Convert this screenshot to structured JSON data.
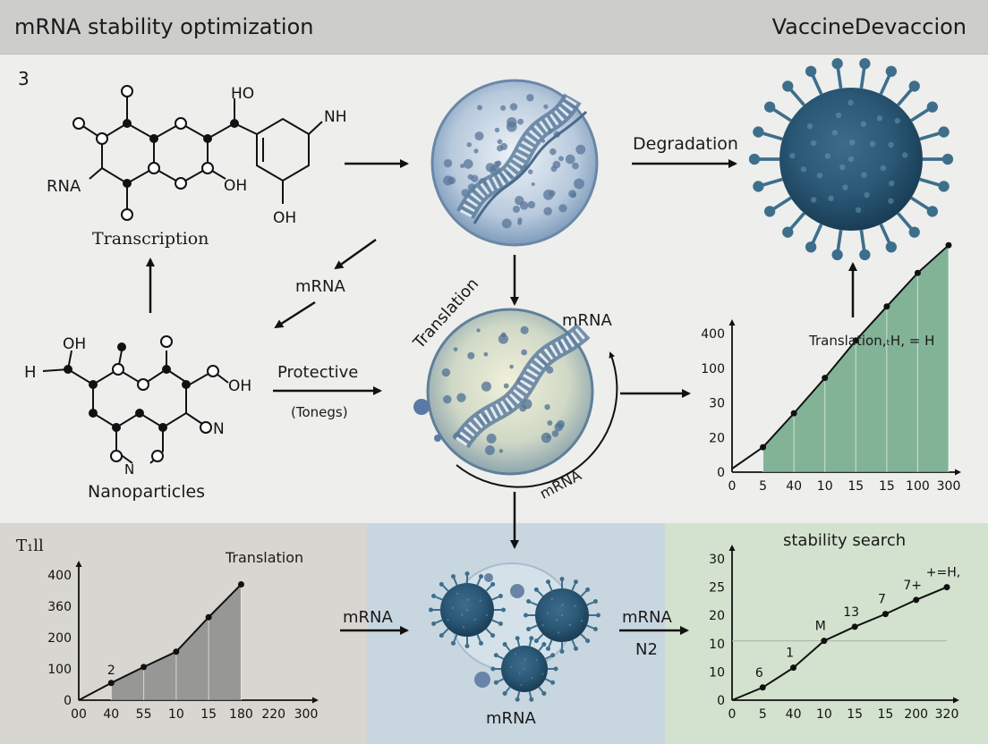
{
  "header": {
    "title": "mRNA stability optimization",
    "right_label": "VaccineDevaccion"
  },
  "corner_number": "3",
  "molecule_top": {
    "atoms": [
      "O",
      "O",
      "O",
      "O",
      "O",
      "O",
      "HO",
      "NH",
      "OH",
      "OH",
      "O",
      "O"
    ],
    "rna_label": "RNA",
    "caption": "Transcription"
  },
  "molecule_bottom": {
    "atoms": [
      "OH",
      "O",
      "O",
      "O",
      "OH",
      "O",
      "N",
      "O",
      "O"
    ],
    "h_label": "H",
    "caption": "Nanoparticles"
  },
  "arrow_labels": {
    "mrna_diag": "mRNA",
    "degradation": "Degradation",
    "protective": "Protective",
    "protective_sub": "(Tonegs)",
    "translation_arc": "Translation",
    "mrna_top": "mRNA",
    "mrna_arc": "mRNA",
    "mrna_bottom_left": "mRNA",
    "mrna_bottom_right": "mRNA",
    "n2": "N2",
    "mrna_cluster": "mRNA"
  },
  "colors": {
    "chart_green": "#6fa888",
    "chart_grey": "#8c8c8c",
    "panel_left": "#d8d6d1",
    "panel_mid": "#c8d6e0",
    "panel_right": "#d3e2cf",
    "virus": "#2f5f7a"
  },
  "chart_data": [
    {
      "type": "area",
      "title": "Translation,ₜH, = H",
      "x_tick_labels": [
        "0",
        "5",
        "40",
        "10",
        "15",
        "15",
        "100",
        "300"
      ],
      "y_tick_labels": [
        "0",
        "20",
        "30",
        "100",
        "400"
      ],
      "points": [
        [
          0,
          0.1
        ],
        [
          1,
          0.72
        ],
        [
          2,
          1.7
        ],
        [
          3,
          2.72
        ],
        [
          4,
          3.8
        ],
        [
          5,
          4.78
        ],
        [
          6,
          5.75
        ],
        [
          7,
          6.55
        ]
      ],
      "shade_from_index": 1
    },
    {
      "type": "area",
      "title": "T₁ll",
      "annotation": "Translation",
      "x_tick_labels": [
        "00",
        "40",
        "55",
        "10",
        "15",
        "180",
        "220",
        "300"
      ],
      "y_tick_labels": [
        "0",
        "100",
        "200",
        "360",
        "400"
      ],
      "points": [
        [
          0,
          0
        ],
        [
          1,
          0.55
        ],
        [
          2,
          1.06
        ],
        [
          3,
          1.55
        ],
        [
          4,
          2.65
        ],
        [
          5,
          3.7
        ]
      ],
      "point_label": "2",
      "shade_from_index": 1,
      "shade_to_index": 5
    },
    {
      "type": "line",
      "title": "stability search",
      "x_tick_labels": [
        "0",
        "5",
        "40",
        "10",
        "15",
        "15",
        "200",
        "320"
      ],
      "y_tick_labels": [
        "0",
        "10",
        "10",
        "20",
        "25",
        "30"
      ],
      "points": [
        [
          0,
          0
        ],
        [
          1,
          0.45
        ],
        [
          2,
          1.15
        ],
        [
          3,
          2.1
        ],
        [
          4,
          2.6
        ],
        [
          5,
          3.05
        ],
        [
          6,
          3.55
        ],
        [
          7,
          4.0
        ]
      ],
      "point_labels": [
        "",
        "6",
        "1",
        "M",
        "13",
        "7",
        "7+",
        "+=H,"
      ],
      "reference_line_y": 2.1
    }
  ]
}
